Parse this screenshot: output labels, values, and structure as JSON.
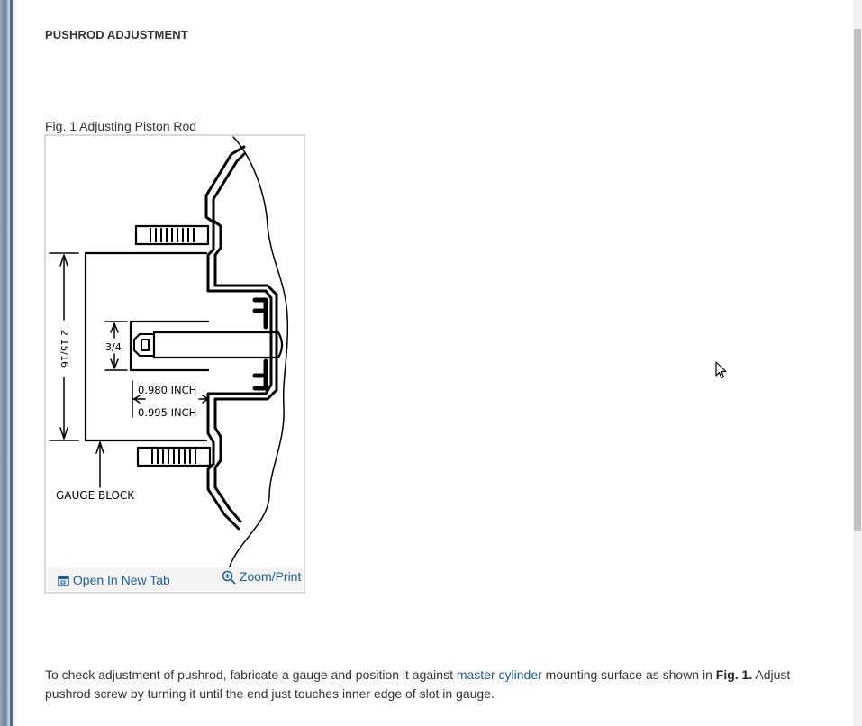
{
  "document": {
    "title": "PUSHROD ADJUSTMENT",
    "figure": {
      "caption": "Fig. 1 Adjusting Piston Rod",
      "labels": {
        "height_dim": "2 15/16",
        "rod_dim": "3/4",
        "min_inch": "0.980 INCH",
        "max_inch": "0.995 INCH",
        "gauge_block": "GAUGE BLOCK"
      },
      "actions": {
        "open_new_tab": "Open In New Tab",
        "zoom_print": "Zoom/Print"
      },
      "icons": {
        "open_new_tab": "open-new-tab-icon",
        "zoom_print": "magnifier-plus-icon"
      }
    },
    "paragraph": {
      "part1": "To check adjustment of pushrod, fabricate a gauge and position it against ",
      "link": "master cylinder",
      "part2": " mounting surface as shown in ",
      "figure_ref": "Fig. 1.",
      "part3": " Adjust pushrod screw by turning it until the end just touches inner edge of slot in gauge."
    }
  },
  "colors": {
    "link": "#1a5c9a",
    "text": "#333333",
    "frame_border": "#d9d9d9"
  }
}
